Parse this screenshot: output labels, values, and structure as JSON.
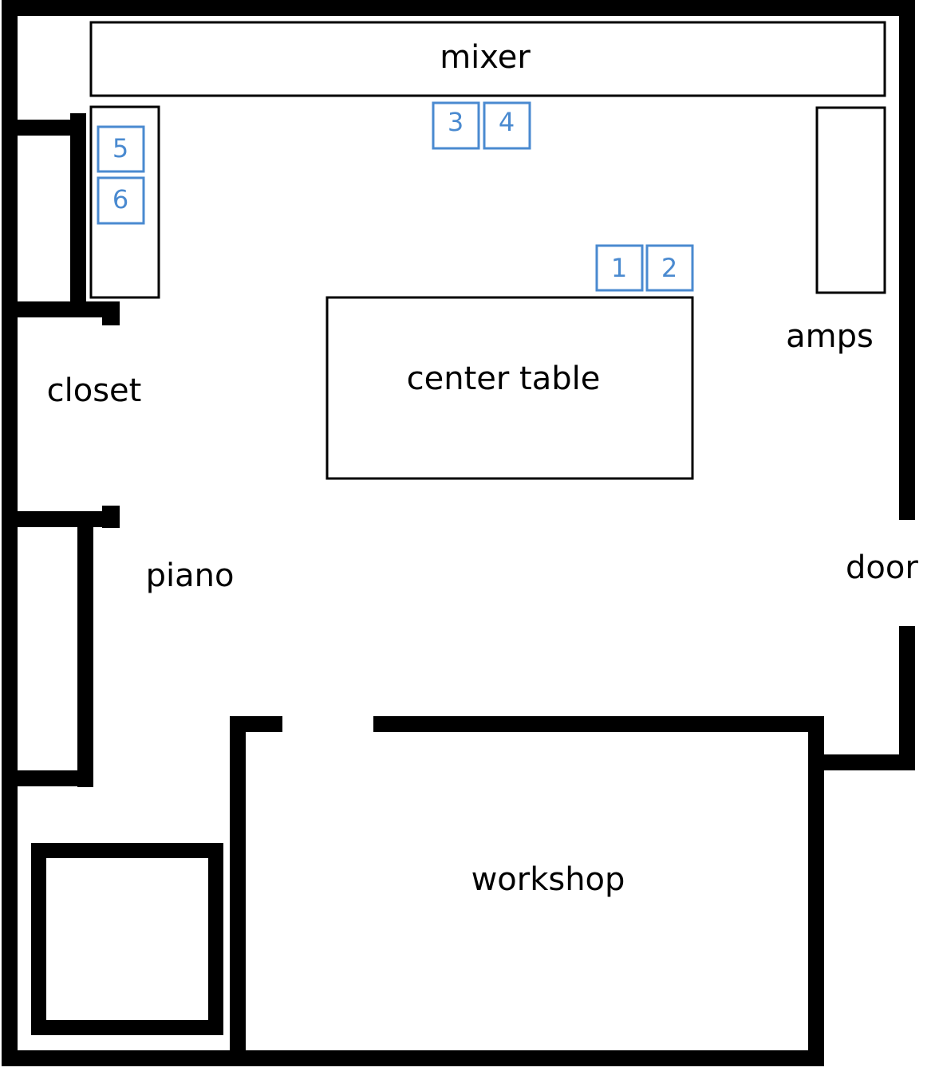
{
  "labels": {
    "mixer": "mixer",
    "center_table": "center table",
    "amps": "amps",
    "closet": "closet",
    "piano": "piano",
    "door": "door",
    "workshop": "workshop"
  },
  "markers": [
    "1",
    "2",
    "3",
    "4",
    "5",
    "6"
  ],
  "colors": {
    "wall": "#000000",
    "marker": "#4a8ad0",
    "background": "#ffffff"
  }
}
